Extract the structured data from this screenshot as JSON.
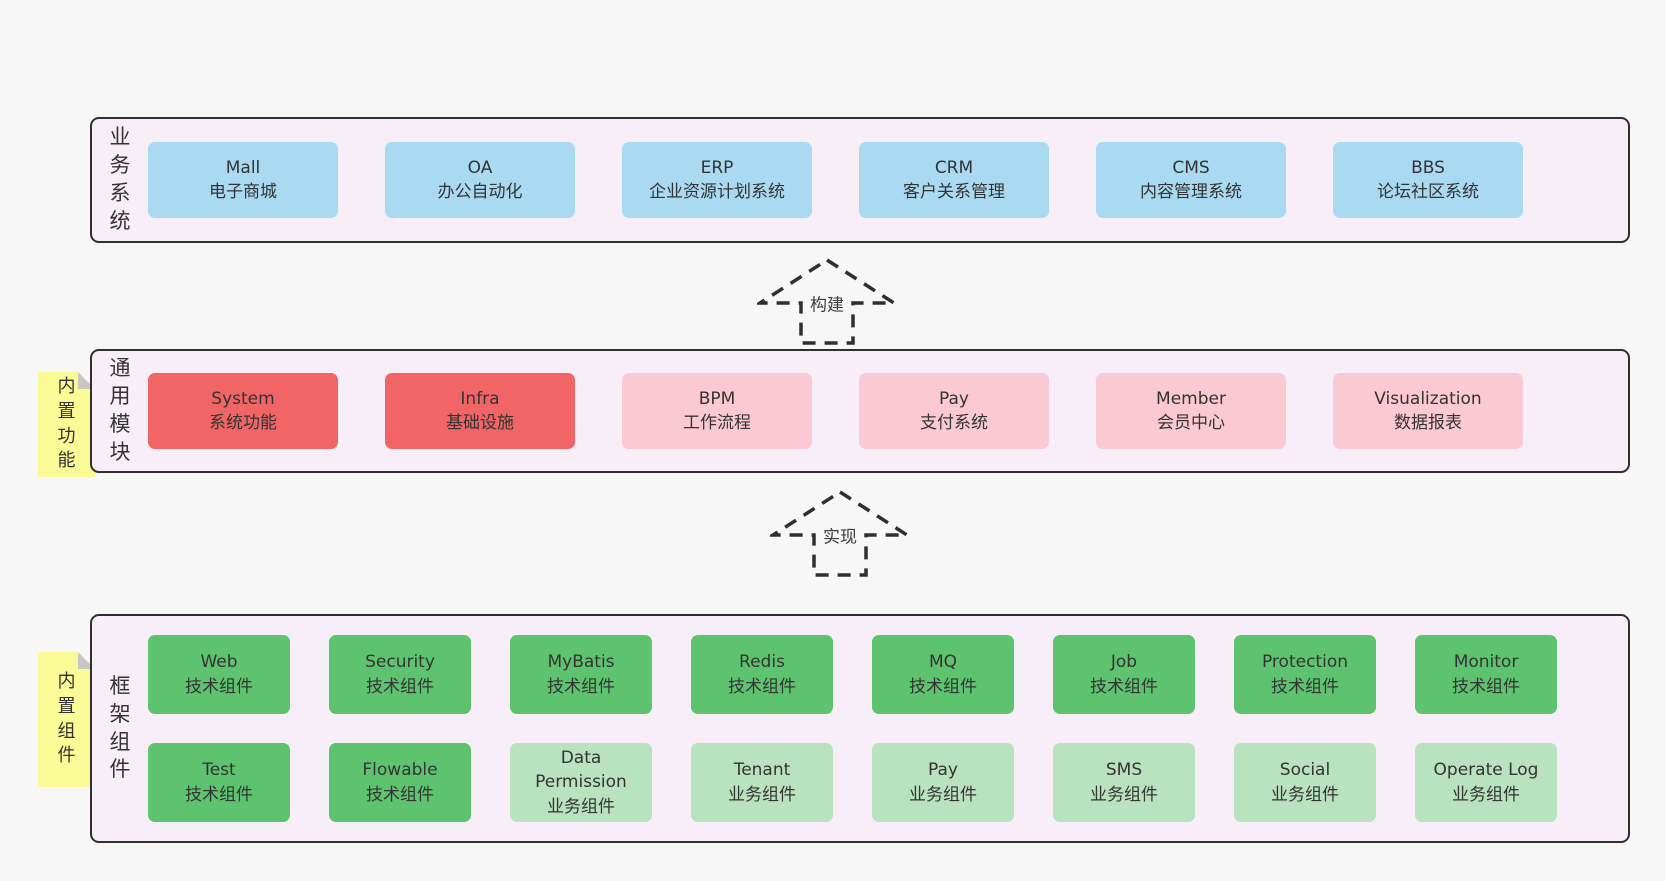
{
  "colors": {
    "page_bg": "#f7f7f7",
    "band_bg": "#f8eef7",
    "border": "#2f2f2f",
    "text": "#333333",
    "blue": "#a9daf2",
    "red": "#f16566",
    "pink": "#fbc9d3",
    "green": "#5ec36f",
    "green_light": "#b9e2bf",
    "note_yellow": "#fafb96",
    "fold_gray": "#c7c7c7"
  },
  "arrows": [
    {
      "label": "构建"
    },
    {
      "label": "实现"
    }
  ],
  "bands": [
    {
      "label": "业务系统",
      "note": null,
      "rows": [
        [
          {
            "title": "Mall",
            "subtitle": "电子商城",
            "color": "blue"
          },
          {
            "title": "OA",
            "subtitle": "办公自动化",
            "color": "blue"
          },
          {
            "title": "ERP",
            "subtitle": "企业资源计划系统",
            "color": "blue"
          },
          {
            "title": "CRM",
            "subtitle": "客户关系管理",
            "color": "blue"
          },
          {
            "title": "CMS",
            "subtitle": "内容管理系统",
            "color": "blue"
          },
          {
            "title": "BBS",
            "subtitle": "论坛社区系统",
            "color": "blue"
          }
        ]
      ]
    },
    {
      "label": "通用模块",
      "note": "内置功能",
      "rows": [
        [
          {
            "title": "System",
            "subtitle": "系统功能",
            "color": "red"
          },
          {
            "title": "Infra",
            "subtitle": "基础设施",
            "color": "red"
          },
          {
            "title": "BPM",
            "subtitle": "工作流程",
            "color": "pink"
          },
          {
            "title": "Pay",
            "subtitle": "支付系统",
            "color": "pink"
          },
          {
            "title": "Member",
            "subtitle": "会员中心",
            "color": "pink"
          },
          {
            "title": "Visualization",
            "subtitle": "数据报表",
            "color": "pink"
          }
        ]
      ]
    },
    {
      "label": "框架组件",
      "note": "内置组件",
      "rows": [
        [
          {
            "title": "Web",
            "subtitle": "技术组件",
            "color": "green"
          },
          {
            "title": "Security",
            "subtitle": "技术组件",
            "color": "green"
          },
          {
            "title": "MyBatis",
            "subtitle": "技术组件",
            "color": "green"
          },
          {
            "title": "Redis",
            "subtitle": "技术组件",
            "color": "green"
          },
          {
            "title": "MQ",
            "subtitle": "技术组件",
            "color": "green"
          },
          {
            "title": "Job",
            "subtitle": "技术组件",
            "color": "green"
          },
          {
            "title": "Protection",
            "subtitle": "技术组件",
            "color": "green"
          },
          {
            "title": "Monitor",
            "subtitle": "技术组件",
            "color": "green"
          }
        ],
        [
          {
            "title": "Test",
            "subtitle": "技术组件",
            "color": "green"
          },
          {
            "title": "Flowable",
            "subtitle": "技术组件",
            "color": "green"
          },
          {
            "title": "Data Permission",
            "subtitle": "业务组件",
            "color": "green_light"
          },
          {
            "title": "Tenant",
            "subtitle": "业务组件",
            "color": "green_light"
          },
          {
            "title": "Pay",
            "subtitle": "业务组件",
            "color": "green_light"
          },
          {
            "title": "SMS",
            "subtitle": "业务组件",
            "color": "green_light"
          },
          {
            "title": "Social",
            "subtitle": "业务组件",
            "color": "green_light"
          },
          {
            "title": "Operate Log",
            "subtitle": "业务组件",
            "color": "green_light"
          }
        ]
      ]
    }
  ]
}
